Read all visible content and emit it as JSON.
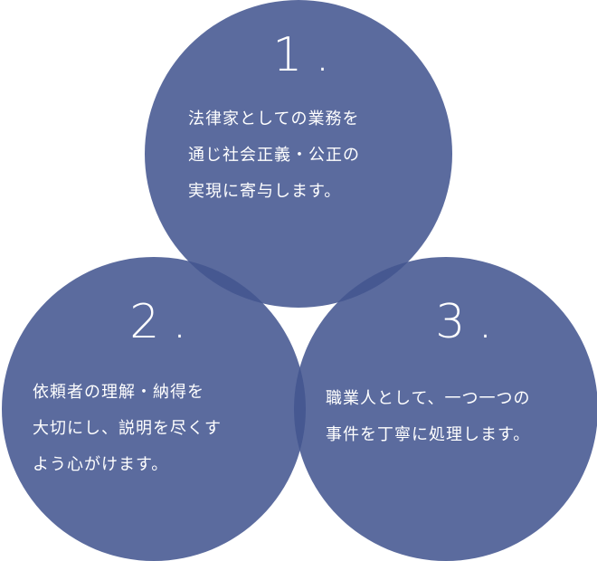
{
  "colors": {
    "circle": "#435590",
    "circle_opacity": 0.87
  },
  "principles": [
    {
      "number": "1.",
      "lines": [
        "法律家としての業務を",
        "通じ社会正義・公正の",
        "実現に寄与します。"
      ]
    },
    {
      "number": "2.",
      "lines": [
        "依頼者の理解・納得を",
        "大切にし、説明を尽くす",
        "よう心がけます。"
      ]
    },
    {
      "number": "3.",
      "lines": [
        "職業人として、一つ一つの",
        "事件を丁寧に処理します。"
      ]
    }
  ]
}
